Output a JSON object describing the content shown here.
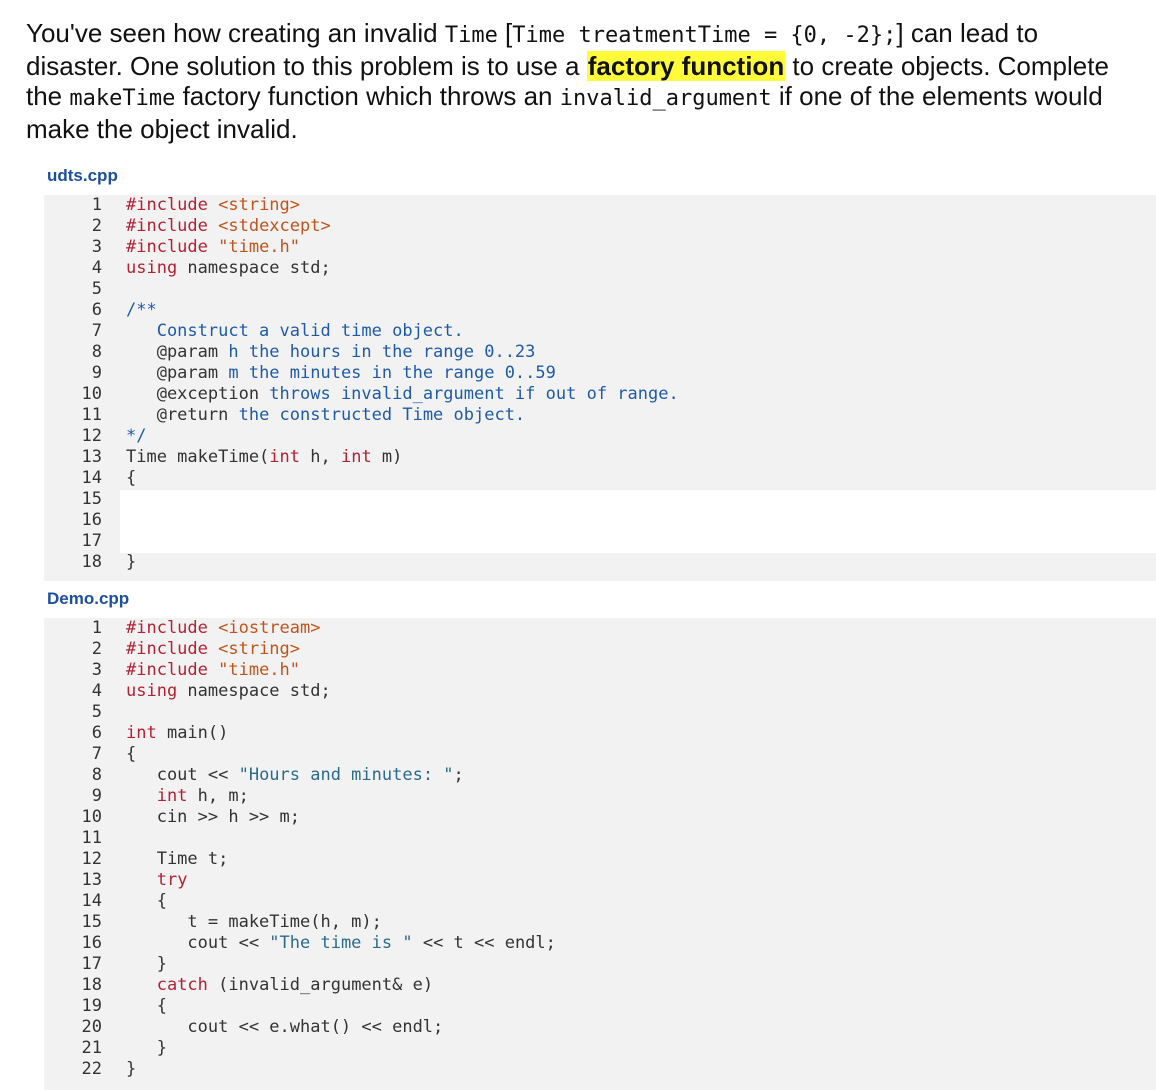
{
  "intro": {
    "p1": "You've seen how creating an invalid ",
    "code1": "Time",
    "p2": " [",
    "code2": "Time treatmentTime = {0, -2};",
    "p3": "] can lead to disaster. One solution to this problem is to use a ",
    "highlight": "factory function",
    "p4": " to create objects. Complete the ",
    "code3": "makeTime",
    "p5": " factory function which throws an ",
    "code4": "invalid_argument",
    "p6": " if one of the elements would make the object invalid."
  },
  "files": [
    {
      "name": "udts.cpp",
      "lines": [
        {
          "n": "1",
          "parts": [
            {
              "c": "k",
              "t": "#include "
            },
            {
              "c": "inc",
              "t": "<string>"
            }
          ]
        },
        {
          "n": "2",
          "parts": [
            {
              "c": "k",
              "t": "#include "
            },
            {
              "c": "inc",
              "t": "<stdexcept>"
            }
          ]
        },
        {
          "n": "3",
          "parts": [
            {
              "c": "k",
              "t": "#include "
            },
            {
              "c": "inc",
              "t": "\"time.h\""
            }
          ]
        },
        {
          "n": "4",
          "parts": [
            {
              "c": "k",
              "t": "using "
            },
            {
              "c": "pl",
              "t": "namespace std;"
            }
          ]
        },
        {
          "n": "5",
          "parts": []
        },
        {
          "n": "6",
          "parts": [
            {
              "c": "cm",
              "t": "/**"
            }
          ]
        },
        {
          "n": "7",
          "parts": [
            {
              "c": "cm",
              "t": "   Construct a valid time object."
            }
          ]
        },
        {
          "n": "8",
          "parts": [
            {
              "c": "pl",
              "t": "   @param "
            },
            {
              "c": "cm",
              "t": "h the hours in the range 0..23"
            }
          ]
        },
        {
          "n": "9",
          "parts": [
            {
              "c": "pl",
              "t": "   @param "
            },
            {
              "c": "cm",
              "t": "m the minutes in the range 0..59"
            }
          ]
        },
        {
          "n": "10",
          "parts": [
            {
              "c": "pl",
              "t": "   @exception "
            },
            {
              "c": "cm",
              "t": "throws invalid_argument if out of range."
            }
          ]
        },
        {
          "n": "11",
          "parts": [
            {
              "c": "pl",
              "t": "   @return "
            },
            {
              "c": "cm",
              "t": "the constructed Time object."
            }
          ]
        },
        {
          "n": "12",
          "parts": [
            {
              "c": "cm",
              "t": "*/"
            }
          ]
        },
        {
          "n": "13",
          "parts": [
            {
              "c": "pl",
              "t": "Time makeTime("
            },
            {
              "c": "k",
              "t": "int"
            },
            {
              "c": "pl",
              "t": " h, "
            },
            {
              "c": "k",
              "t": "int"
            },
            {
              "c": "pl",
              "t": " m)"
            }
          ]
        },
        {
          "n": "14",
          "parts": [
            {
              "c": "pl",
              "t": "{"
            }
          ]
        },
        {
          "n": "15",
          "parts": [],
          "edit": true
        },
        {
          "n": "16",
          "parts": [],
          "edit": true
        },
        {
          "n": "17",
          "parts": [],
          "edit": true
        },
        {
          "n": "18",
          "parts": [
            {
              "c": "pl",
              "t": "}"
            }
          ]
        }
      ]
    },
    {
      "name": "Demo.cpp",
      "lines": [
        {
          "n": "1",
          "parts": [
            {
              "c": "k",
              "t": "#include "
            },
            {
              "c": "inc",
              "t": "<iostream>"
            }
          ]
        },
        {
          "n": "2",
          "parts": [
            {
              "c": "k",
              "t": "#include "
            },
            {
              "c": "inc",
              "t": "<string>"
            }
          ]
        },
        {
          "n": "3",
          "parts": [
            {
              "c": "k",
              "t": "#include "
            },
            {
              "c": "inc",
              "t": "\"time.h\""
            }
          ]
        },
        {
          "n": "4",
          "parts": [
            {
              "c": "k",
              "t": "using "
            },
            {
              "c": "pl",
              "t": "namespace std;"
            }
          ]
        },
        {
          "n": "5",
          "parts": []
        },
        {
          "n": "6",
          "parts": [
            {
              "c": "k",
              "t": "int"
            },
            {
              "c": "pl",
              "t": " main()"
            }
          ]
        },
        {
          "n": "7",
          "parts": [
            {
              "c": "pl",
              "t": "{"
            }
          ]
        },
        {
          "n": "8",
          "parts": [
            {
              "c": "pl",
              "t": "   cout << "
            },
            {
              "c": "str",
              "t": "\"Hours and minutes: \""
            },
            {
              "c": "pl",
              "t": ";"
            }
          ]
        },
        {
          "n": "9",
          "parts": [
            {
              "c": "pl",
              "t": "   "
            },
            {
              "c": "k",
              "t": "int"
            },
            {
              "c": "pl",
              "t": " h, m;"
            }
          ]
        },
        {
          "n": "10",
          "parts": [
            {
              "c": "pl",
              "t": "   cin >> h >> m;"
            }
          ]
        },
        {
          "n": "11",
          "parts": []
        },
        {
          "n": "12",
          "parts": [
            {
              "c": "pl",
              "t": "   Time t;"
            }
          ]
        },
        {
          "n": "13",
          "parts": [
            {
              "c": "pl",
              "t": "   "
            },
            {
              "c": "k",
              "t": "try"
            }
          ]
        },
        {
          "n": "14",
          "parts": [
            {
              "c": "pl",
              "t": "   {"
            }
          ]
        },
        {
          "n": "15",
          "parts": [
            {
              "c": "pl",
              "t": "      t = makeTime(h, m);"
            }
          ]
        },
        {
          "n": "16",
          "parts": [
            {
              "c": "pl",
              "t": "      cout << "
            },
            {
              "c": "str",
              "t": "\"The time is \""
            },
            {
              "c": "pl",
              "t": " << t << endl;"
            }
          ]
        },
        {
          "n": "17",
          "parts": [
            {
              "c": "pl",
              "t": "   }"
            }
          ]
        },
        {
          "n": "18",
          "parts": [
            {
              "c": "pl",
              "t": "   "
            },
            {
              "c": "k",
              "t": "catch"
            },
            {
              "c": "pl",
              "t": " (invalid_argument& e)"
            }
          ]
        },
        {
          "n": "19",
          "parts": [
            {
              "c": "pl",
              "t": "   {"
            }
          ]
        },
        {
          "n": "20",
          "parts": [
            {
              "c": "pl",
              "t": "      cout << e.what() << endl;"
            }
          ]
        },
        {
          "n": "21",
          "parts": [
            {
              "c": "pl",
              "t": "   }"
            }
          ]
        },
        {
          "n": "22",
          "parts": [
            {
              "c": "pl",
              "t": "}"
            }
          ]
        }
      ]
    }
  ]
}
